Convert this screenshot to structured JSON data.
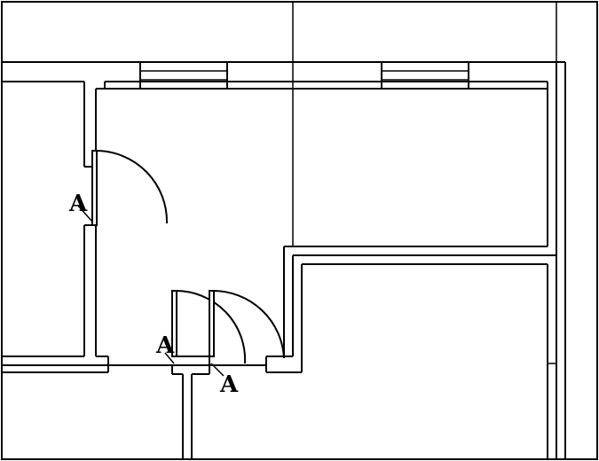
{
  "plan": {
    "door_markers": [
      {
        "label": "A"
      },
      {
        "label": "A"
      },
      {
        "label": "A"
      }
    ]
  },
  "colors": {
    "line": "#000000",
    "background": "#ffffff"
  }
}
